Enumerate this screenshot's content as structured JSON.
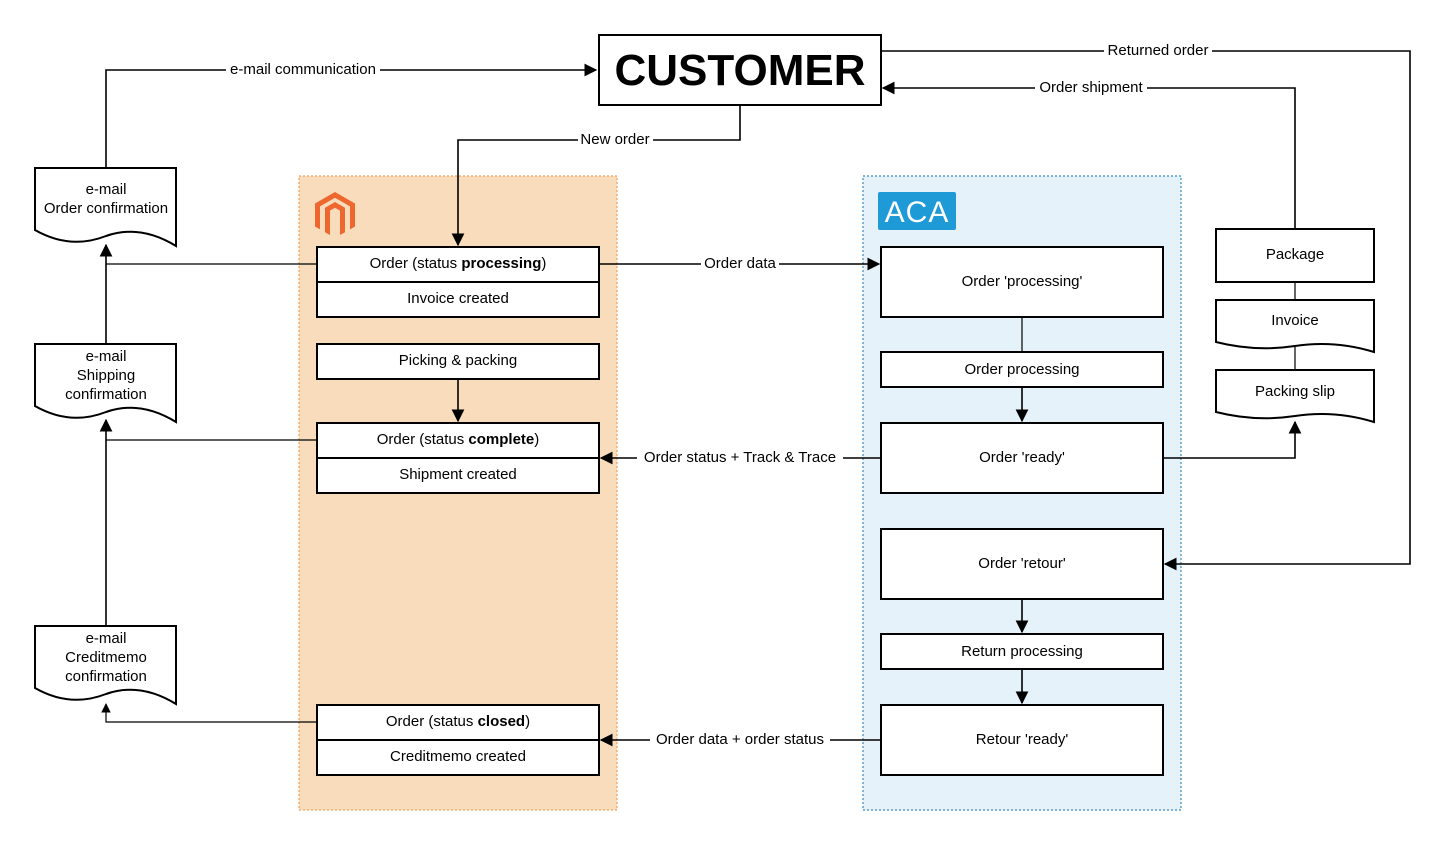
{
  "colors": {
    "magento_bg": "#f8dcbb",
    "magento_border": "#f0a25a",
    "magento_logo": "#ee672f",
    "aca_bg": "#e6f2fa",
    "aca_border": "#3a8cc4",
    "aca_logo_bg": "#1e9ad6"
  },
  "customer": {
    "title": "CUSTOMER"
  },
  "aca_logo_text": "ACA",
  "magento_logo_icon": "magento-logo-icon",
  "emails": {
    "order_confirmation": {
      "line1": "e-mail",
      "line2": "Order confirmation"
    },
    "shipping_confirmation": {
      "line1": "e-mail",
      "line2": "Shipping",
      "line3": "confirmation"
    },
    "creditmemo_confirmation": {
      "line1": "e-mail",
      "line2": "Creditmemo",
      "line3": "confirmation"
    }
  },
  "magento": {
    "order_processing": {
      "prefix": "Order (status ",
      "bold": "processing",
      "suffix": ")"
    },
    "invoice_created": "Invoice created",
    "picking_packing": "Picking & packing",
    "order_complete": {
      "prefix": "Order (status ",
      "bold": "complete",
      "suffix": ")"
    },
    "shipment_created": "Shipment created",
    "order_closed": {
      "prefix": "Order (status ",
      "bold": "closed",
      "suffix": ")"
    },
    "creditmemo_created": "Creditmemo created"
  },
  "aca": {
    "order_processing_state": "Order 'processing'",
    "order_processing_step": "Order processing",
    "order_ready": "Order 'ready'",
    "order_retour": "Order 'retour'",
    "return_processing": "Return processing",
    "retour_ready": "Retour 'ready'"
  },
  "shipment": {
    "package": "Package",
    "invoice": "Invoice",
    "packing_slip": "Packing slip"
  },
  "labels": {
    "email_communication": "e-mail communication",
    "new_order": "New order",
    "order_data": "Order data",
    "order_status_track": "Order status + Track & Trace",
    "order_data_status": "Order data + order status",
    "returned_order": "Returned order",
    "order_shipment": "Order shipment"
  }
}
